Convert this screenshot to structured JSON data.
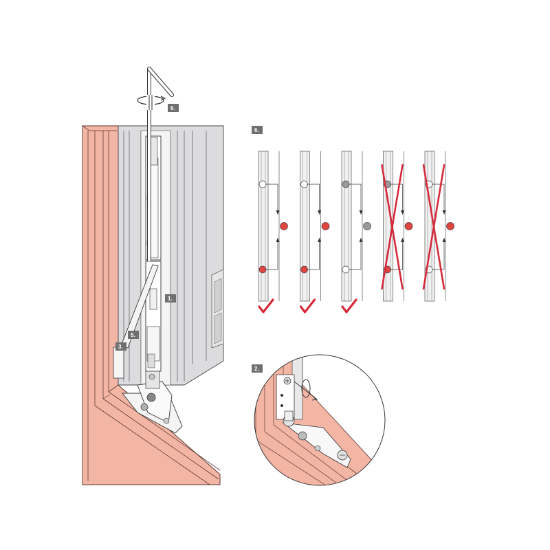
{
  "labels": {
    "step_rotate": "6.",
    "step_mark_1": "1.",
    "step_mark_3": "3.",
    "step_mark_5": "5.",
    "panel_alignment": "6.",
    "panel_detail": "2."
  },
  "alignment_panel": {
    "variants": [
      {
        "result": "correct",
        "top_fill": "white",
        "middle_fill": "red",
        "bottom_fill": "red"
      },
      {
        "result": "correct",
        "top_fill": "white",
        "middle_fill": "red",
        "bottom_fill": "red"
      },
      {
        "result": "correct",
        "top_fill": "grey",
        "middle_fill": "grey",
        "bottom_fill": "white"
      },
      {
        "result": "incorrect",
        "top_fill": "grey",
        "middle_fill": "red",
        "bottom_fill": "red"
      },
      {
        "result": "incorrect",
        "top_fill": "white",
        "middle_fill": "red",
        "bottom_fill": "white"
      }
    ]
  },
  "colors": {
    "frame_salmon": "#f3b5a4",
    "frame_line": "#5b3a33",
    "sash_grey": "#d8d8da",
    "rail_grey": "#eeeeee",
    "check_red": "#d62a3a",
    "marker_red": "#e0453f",
    "tag_grey": "#6f6f6f"
  },
  "icons": [
    "allen-key-icon",
    "rotate-arrow-icon",
    "check-icon",
    "cross-icon",
    "magnifier-circle-icon"
  ]
}
